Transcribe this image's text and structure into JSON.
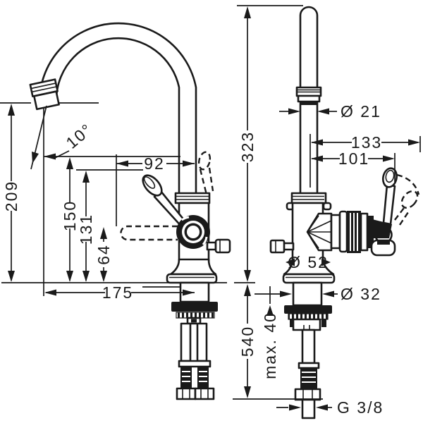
{
  "drawing": {
    "subject": "single-lever faucet technical drawing, front and side views",
    "units": "mm",
    "colors": {
      "ink": "#1a1a1a",
      "background": "#ffffff"
    },
    "dimensions": {
      "spout_outlet_height": "209",
      "spout_angle": "10°",
      "lever_projection": "92",
      "lever_tip_height": "150",
      "lever_height": "131",
      "lever_low_height": "64",
      "spout_reach": "175",
      "overall_height": "323",
      "spout_pipe_diameter": "Ø 21",
      "handle_reach_max": "133",
      "handle_reach": "101",
      "base_diameter": "Ø 52",
      "shank_diameter": "Ø 32",
      "hose_length": "540",
      "max_deck_thickness": "max. 40",
      "connection_thread": "G 3/8"
    }
  }
}
